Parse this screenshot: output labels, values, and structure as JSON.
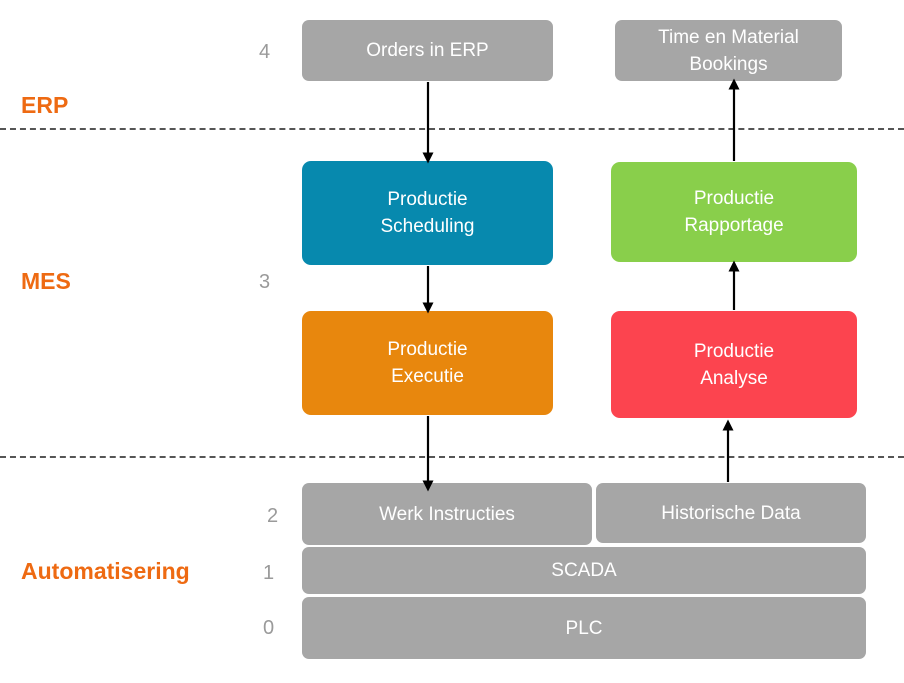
{
  "layers": {
    "erp": "ERP",
    "mes": "MES",
    "automation": "Automatisering"
  },
  "levels": {
    "l4": "4",
    "l3": "3",
    "l2": "2",
    "l1": "1",
    "l0": "0"
  },
  "nodes": {
    "orders_erp": "Orders in ERP",
    "time_material": "Time en Material\nBookings",
    "scheduling": "Productie\nScheduling",
    "rapportage": "Productie\nRapportage",
    "executie": "Productie\nExecutie",
    "analyse": "Productie\nAnalyse",
    "werk_instructies": "Werk Instructies",
    "historische_data": "Historische Data",
    "scada": "SCADA",
    "plc": "PLC"
  },
  "colors": {
    "gray": "#a6a6a6",
    "scheduling": "#0789ae",
    "executie": "#e8870d",
    "rapportage": "#89cf4b",
    "analyse": "#fc444f",
    "layer_label": "#ee6a12"
  }
}
